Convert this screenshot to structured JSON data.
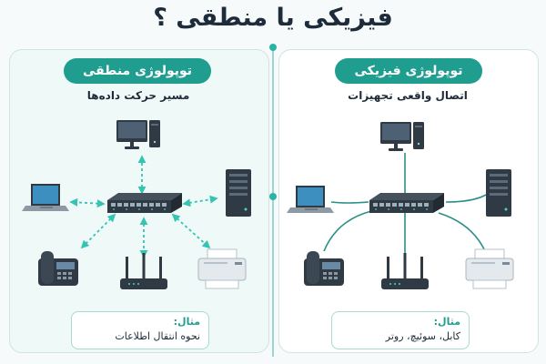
{
  "title": "فیزیکی یا منطقی ؟",
  "physical": {
    "header": "توپولوژی فیزیکی",
    "subtitle": "اتصال واقعی تجهیزات",
    "example_label": "مثال:",
    "example_text": "کابل، سوئیچ، روتر"
  },
  "logical": {
    "header": "توپولوژی منطقی",
    "subtitle": "مسیر حرکت داده‌ها",
    "example_label": "مثال:",
    "example_text": "نحوه انتقال اطلاعات"
  },
  "colors": {
    "accent": "#1f9e90",
    "cable": "#2a8f86",
    "data_flow": "#35c4b4",
    "device_dark": "#2f3a45"
  }
}
